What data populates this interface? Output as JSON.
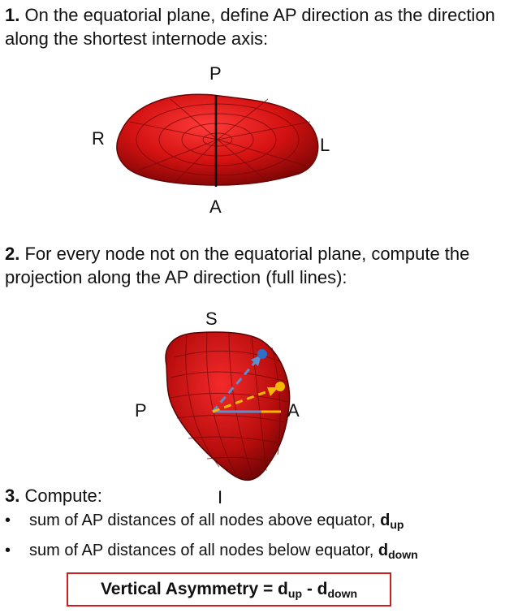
{
  "step1": {
    "number": "1.",
    "text": " On the equatorial plane, define AP direction as the direction along the shortest internode axis:"
  },
  "figure1": {
    "label_p": "P",
    "label_a": "A",
    "label_r": "R",
    "label_l": "L"
  },
  "step2": {
    "number": "2.",
    "text": " For every node not on the equatorial plane, compute the projection along the AP direction (full lines):"
  },
  "figure2": {
    "label_s": "S",
    "label_i": "I",
    "label_p": "P",
    "label_a": "A"
  },
  "step3": {
    "number": "3.",
    "text": " Compute:",
    "bullets": [
      {
        "text": "sum of AP distances of all nodes above equator, ",
        "var": "d",
        "sub": "up"
      },
      {
        "text": "sum of AP distances of all nodes below equator, ",
        "var": "d",
        "sub": "down"
      }
    ]
  },
  "formula": {
    "prefix": "Vertical Asymmetry = d",
    "sub1": "up",
    "mid": " - d",
    "sub2": "down"
  },
  "colors": {
    "surface": "#cc1010",
    "box_border": "#cc1f1f",
    "blue": "#5b8fd1",
    "yellow": "#f5b800"
  }
}
